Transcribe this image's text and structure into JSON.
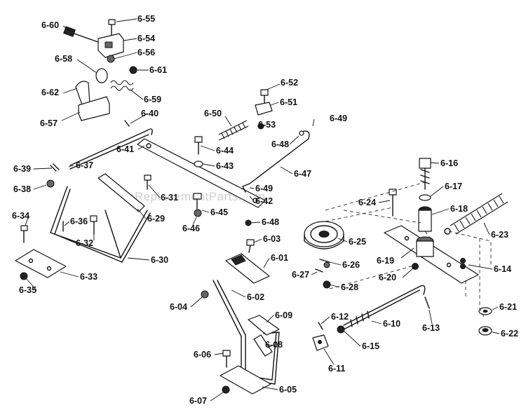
{
  "watermark": "eReplacementParts.com",
  "labels": {
    "p6_01": "6-01",
    "p6_02": "6-02",
    "p6_03": "6-03",
    "p6_04": "6-04",
    "p6_05": "6-05",
    "p6_06": "6-06",
    "p6_07": "6-07",
    "p6_08": "6-08",
    "p6_09": "6-09",
    "p6_10": "6-10",
    "p6_11": "6-11",
    "p6_12": "6-12",
    "p6_13": "6-13",
    "p6_14": "6-14",
    "p6_15": "6-15",
    "p6_16": "6-16",
    "p6_17": "6-17",
    "p6_18": "6-18",
    "p6_19": "6-19",
    "p6_20": "6-20",
    "p6_21": "6-21",
    "p6_22": "6-22",
    "p6_23": "6-23",
    "p6_24": "6-24",
    "p6_25": "6-25",
    "p6_26": "6-26",
    "p6_27": "6-27",
    "p6_28": "6-28",
    "p6_29": "6-29",
    "p6_30": "6-30",
    "p6_31": "6-31",
    "p6_32": "6-32",
    "p6_33": "6-33",
    "p6_34": "6-34",
    "p6_35": "6-35",
    "p6_36": "6-36",
    "p6_37": "6-37",
    "p6_38": "6-38",
    "p6_39": "6-39",
    "p6_40": "6-40",
    "p6_41": "6-41",
    "p6_42": "6-42",
    "p6_43": "6-43",
    "p6_44": "6-44",
    "p6_45": "6-45",
    "p6_46": "6-46",
    "p6_47": "6-47",
    "p6_48a": "6-48",
    "p6_48b": "6-48",
    "p6_49a": "6-49",
    "p6_49b": "6-49",
    "p6_50": "6-50",
    "p6_51": "6-51",
    "p6_52": "6-52",
    "p6_53": "6-53",
    "p6_54": "6-54",
    "p6_55": "6-55",
    "p6_56": "6-56",
    "p6_57": "6-57",
    "p6_58": "6-58",
    "p6_59": "6-59",
    "p6_60": "6-60",
    "p6_61": "6-61",
    "p6_62": "6-62"
  }
}
